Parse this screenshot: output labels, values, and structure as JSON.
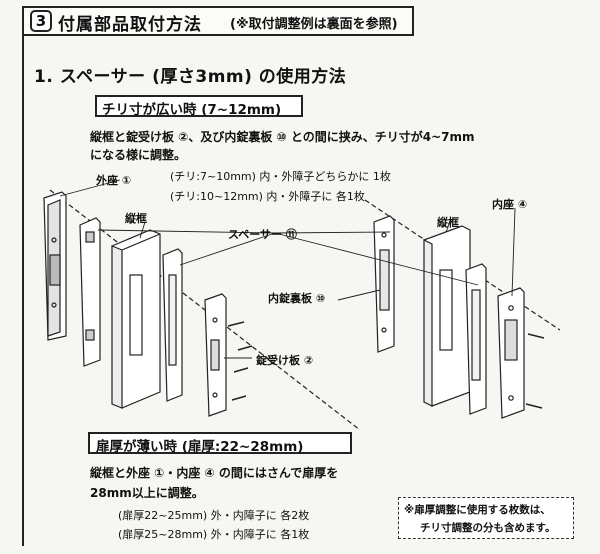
{
  "header": {
    "section_number": "3",
    "title": "付属部品取付方法",
    "note": "(※取付調整例は裏面を参照)"
  },
  "section1": {
    "heading": "1. スペーサー (厚さ3mm) の使用方法",
    "case_wide": {
      "label": "チリ寸が広い時 (7~12mm)",
      "instruction_line1": "縦框と錠受け板 ②、及び内錠裏板 ⑩ との間に挟み、チリ寸が4~7mm",
      "instruction_line2": "になる様に調整。",
      "spec1": "(チリ:7~10mm) 内・外障子どちらかに 1枚",
      "spec2": "(チリ:10~12mm) 内・外障子に 各1枚"
    },
    "case_thin": {
      "label": "扉厚が薄い時 (扉厚:22~28mm)",
      "instruction_line1": "縦框と外座 ①・内座 ④ の間にはさんで扉厚を",
      "instruction_line2": "28mm以上に調整。",
      "spec1": "(扉厚22~25mm) 外・内障子に 各2枚",
      "spec2": "(扉厚25~28mm) 外・内障子に 各1枚"
    }
  },
  "diagram": {
    "labels": {
      "outer_escutcheon": "外座 ①",
      "frame": "縦框",
      "spacer": "スペーサー ⑪",
      "inner_lock_plate": "内錠裏板 ⑩",
      "strike_plate": "錠受け板 ②",
      "inner_escutcheon": "内座 ④"
    }
  },
  "footnote": {
    "line1": "※扉厚調整に使用する枚数は、",
    "line2": "チリ寸調整の分も含めます。"
  }
}
